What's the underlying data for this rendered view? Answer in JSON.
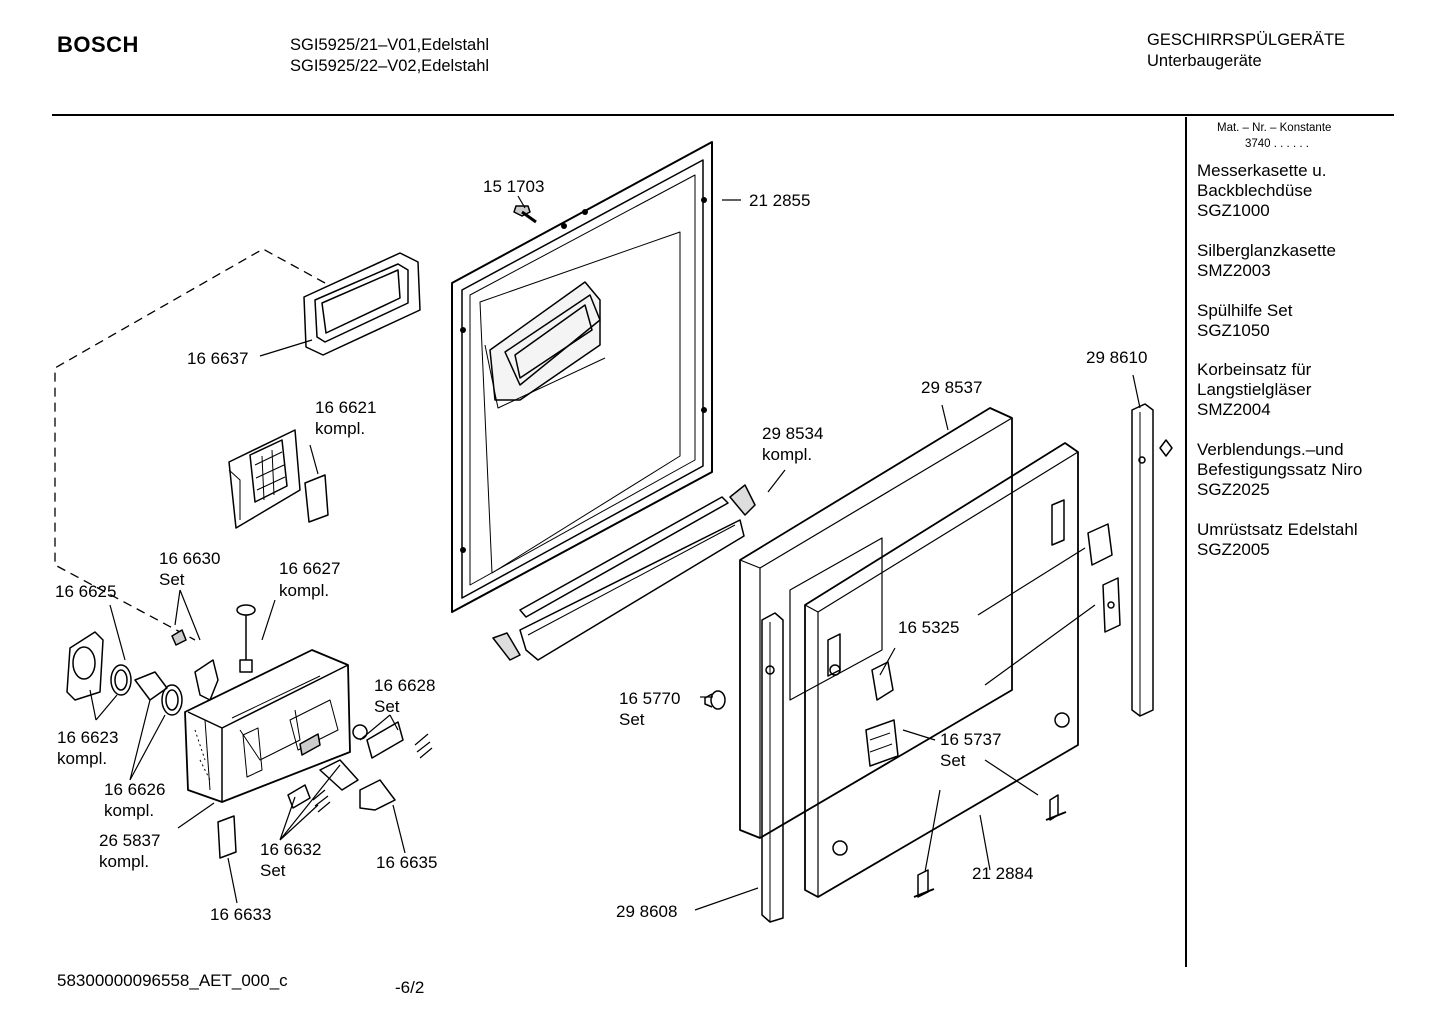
{
  "header": {
    "brand": "BOSCH",
    "model_line_1": "SGI5925/21–V01,Edelstahl",
    "model_line_2": "SGI5925/22–V02,Edelstahl",
    "category": "GESCHIRRSPÜLGERÄTE",
    "subcategory": "Unterbaugeräte"
  },
  "sidebar": {
    "mat_label": "Mat. – Nr. – Konstante",
    "mat_value": "3740  .  .  .  .  .  .",
    "accessories": [
      {
        "line1": "Messerkasette u.",
        "line2": "Backblechdüse",
        "code": "SGZ1000"
      },
      {
        "line1": "Silberglanzkasette",
        "line2": "",
        "code": "SMZ2003"
      },
      {
        "line1": "Spülhilfe Set",
        "line2": "",
        "code": "SGZ1050"
      },
      {
        "line1": "Korbeinsatz für",
        "line2": "Langstielgläser",
        "code": "SMZ2004"
      },
      {
        "line1": "Verblendungs.–und",
        "line2": "Befestigungssatz Niro",
        "code": "SGZ2025"
      },
      {
        "line1": "Umrüstsatz Edelstahl",
        "line2": "",
        "code": "SGZ2005"
      }
    ]
  },
  "parts": {
    "p151703": "15 1703",
    "p212855": "21 2855",
    "p166637": "16 6637",
    "p166621": "16 6621",
    "kompl": "kompl.",
    "set": "Set",
    "p298534": "29 8534",
    "p298537": "29 8537",
    "p298610": "29 8610",
    "p166630": "16 6630",
    "p166627": "16 6627",
    "p166625": "16 6625",
    "p166628": "16 6628",
    "p165325": "16 5325",
    "p165770": "16 5770",
    "p166623": "16 6623",
    "p166626": "16 6626",
    "p265837": "26 5837",
    "p166632": "16 6632",
    "p166635": "16 6635",
    "p165737": "16 5737",
    "p212884": "21 2884",
    "p298608": "29 8608",
    "p166633": "16 6633"
  },
  "footer": {
    "doc_id": "58300000096558_AET_000_c",
    "page": "-6/2"
  }
}
